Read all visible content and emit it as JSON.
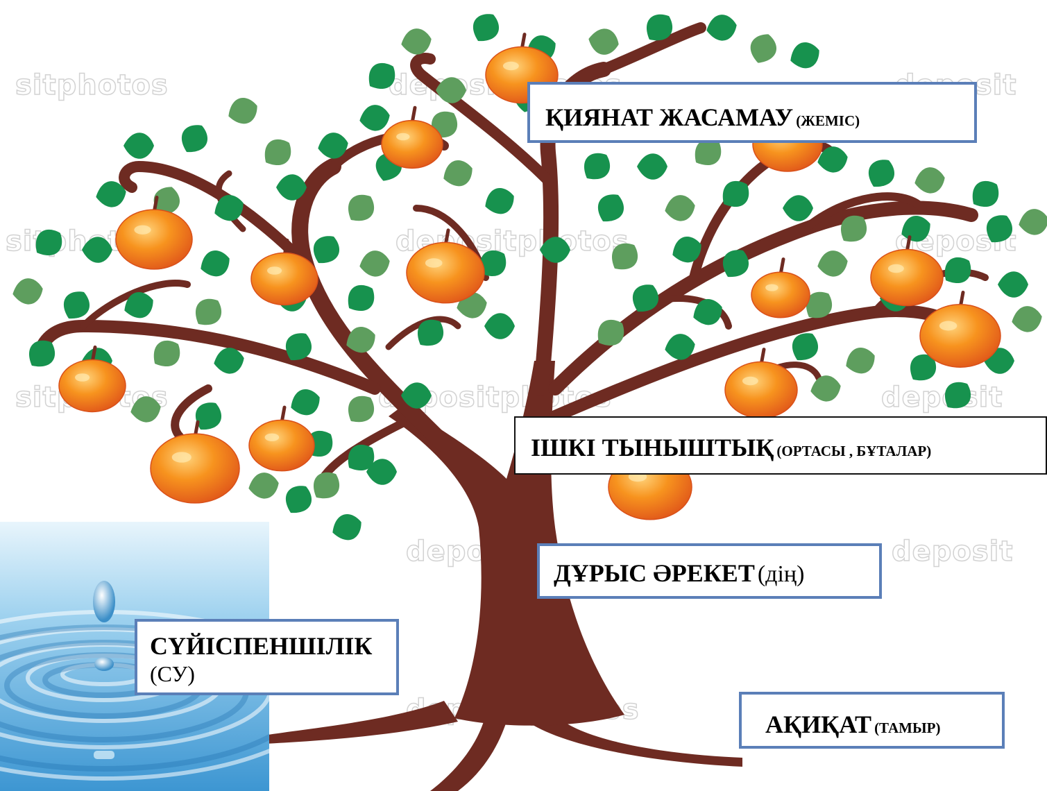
{
  "watermarks": {
    "w1": "sitphotos",
    "w2": "depositphotos",
    "w3": "deposit",
    "w4": "depositphotos",
    "w5": "depositphotos",
    "w6": "depositphotos",
    "w7": "deposit",
    "w8": "sitphotos",
    "w9": "deposit",
    "w10": "sitphotos",
    "w11": "deposit",
    "w12": "depositphotos"
  },
  "labels": {
    "fruit": {
      "main": "ҚИЯНАТ ЖАСАМАУ",
      "sub": "(ЖЕМІС)"
    },
    "branches": {
      "main": "ІШКІ ТЫНЫШТЫҚ",
      "sub": "(ОРТАСЫ , БҰТАЛАР)"
    },
    "religion": {
      "main": "ДҰРЫС ӘРЕКЕТ",
      "sub": "(дің)"
    },
    "water": {
      "main": "СҮЙІСПЕНШІЛІК",
      "sub": "(СУ)"
    },
    "root": {
      "main": "АҚИҚАТ",
      "sub": "(ТАМЫР)"
    }
  },
  "colors": {
    "trunk": "#6e2b22",
    "leaf_dark": "#17924e",
    "leaf_light": "#5e9e5e",
    "apple": "#f47a1e",
    "box_border": "#5b7fb8",
    "water": "#6db6e6"
  }
}
